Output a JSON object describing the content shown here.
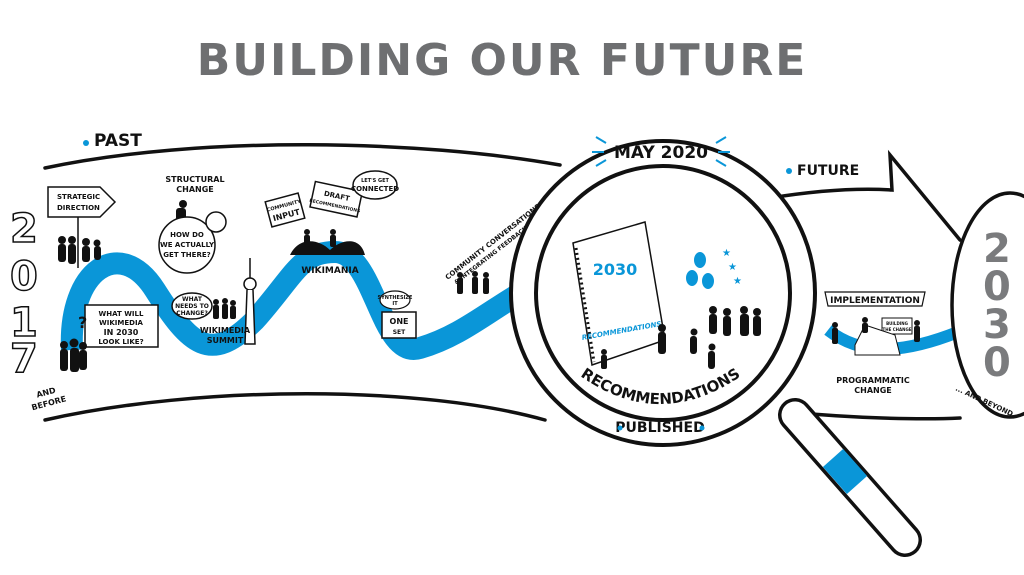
{
  "title": "BUILDING OUR FUTURE",
  "colors": {
    "accent": "#0a96d8",
    "title_gray": "#6e6f71",
    "ink": "#111111"
  },
  "past": {
    "label": "PAST",
    "year_start": [
      "2",
      "0",
      "1",
      "7"
    ],
    "and_before": [
      "AND",
      "BEFORE"
    ],
    "strategic_direction": [
      "STRATEGIC",
      "DIRECTION"
    ],
    "structural_change": [
      "STRUCTURAL",
      "CHANGE"
    ],
    "how_do_we": [
      "HOW DO",
      "WE ACTUALLY",
      "GET THERE?"
    ],
    "what_will": [
      "WHAT WILL",
      "WIKIMEDIA",
      "IN 2030",
      "LOOK LIKE?"
    ],
    "what_needs": [
      "WHAT",
      "NEEDS TO",
      "CHANGE?"
    ],
    "summit": [
      "WIKIMEDIA",
      "SUMMIT"
    ],
    "community_input": [
      "COMMUNITY",
      "INPUT"
    ],
    "draft": [
      "DRAFT",
      "RECOMMENDATIONS"
    ],
    "lets_get": [
      "LET'S GET",
      "CONNECTED"
    ],
    "wikimania": "WIKIMANIA",
    "synthesize": [
      "SYNTHESIZE",
      "IT"
    ],
    "one_set": [
      "ONE",
      "SET"
    ],
    "community_conversations": [
      "COMMUNITY CONVERSATIONS",
      "& INTEGRATING FEEDBACK"
    ]
  },
  "milestone": {
    "date": "MAY 2020",
    "book_title": "2030",
    "book_label": "RECOMMENDATIONS",
    "caption": [
      "RECOMMENDATIONS",
      "PUBLISHED"
    ]
  },
  "future": {
    "label": "FUTURE",
    "implementation": "IMPLEMENTATION",
    "building_sign": [
      "BUILDING",
      "THE CHANGE"
    ],
    "programmatic": [
      "PROGRAMMATIC",
      "CHANGE"
    ],
    "year_end": [
      "2",
      "0",
      "3",
      "0"
    ],
    "and_beyond": "... AND BEYOND"
  }
}
